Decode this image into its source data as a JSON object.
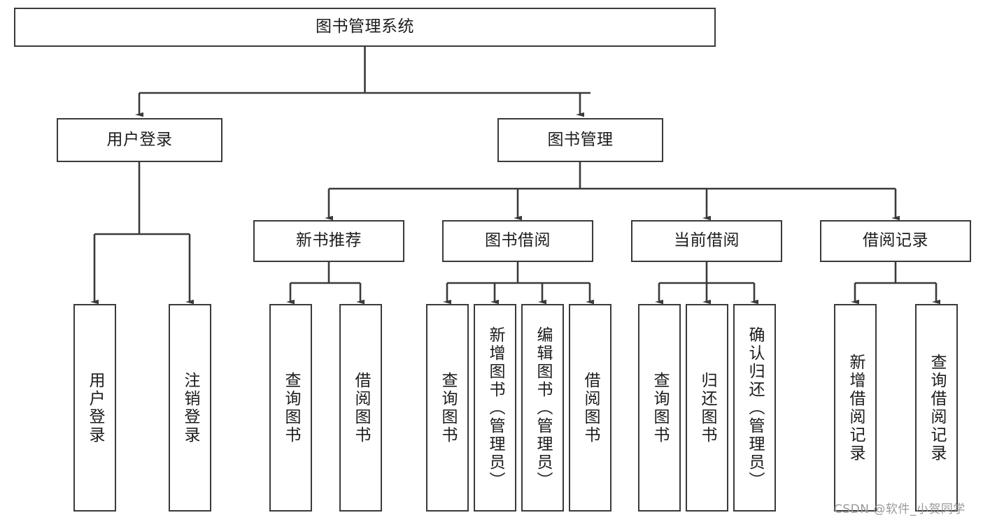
{
  "diagram": {
    "type": "tree",
    "title": "图书管理系统",
    "orientation": "top-down",
    "line_color": "#3a3a3a",
    "box_fill": "#ffffff",
    "text_color": "#1c1c1c"
  },
  "root": {
    "label": "图书管理系统"
  },
  "level1": [
    {
      "label": "用户登录"
    },
    {
      "label": "图书管理"
    }
  ],
  "level2": [
    {
      "label": "新书推荐"
    },
    {
      "label": "图书借阅"
    },
    {
      "label": "当前借阅"
    },
    {
      "label": "借阅记录"
    }
  ],
  "leaves": {
    "user_login": [
      {
        "label": "用户登录"
      },
      {
        "label": "注销登录"
      }
    ],
    "new_book_recommend": [
      {
        "label": "查询图书"
      },
      {
        "label": "借阅图书"
      }
    ],
    "book_borrow": [
      {
        "label": "查询图书"
      },
      {
        "label": "新增图书（管理员）"
      },
      {
        "label": "编辑图书（管理员）"
      },
      {
        "label": "借阅图书"
      }
    ],
    "current_borrow": [
      {
        "label": "查询图书"
      },
      {
        "label": "归还图书"
      },
      {
        "label": "确认归还（管理员）"
      }
    ],
    "borrow_record": [
      {
        "label": "新增借阅记录"
      },
      {
        "label": "查询借阅记录"
      }
    ]
  },
  "watermark": {
    "text": "CSDN @软件_小贺同学"
  }
}
